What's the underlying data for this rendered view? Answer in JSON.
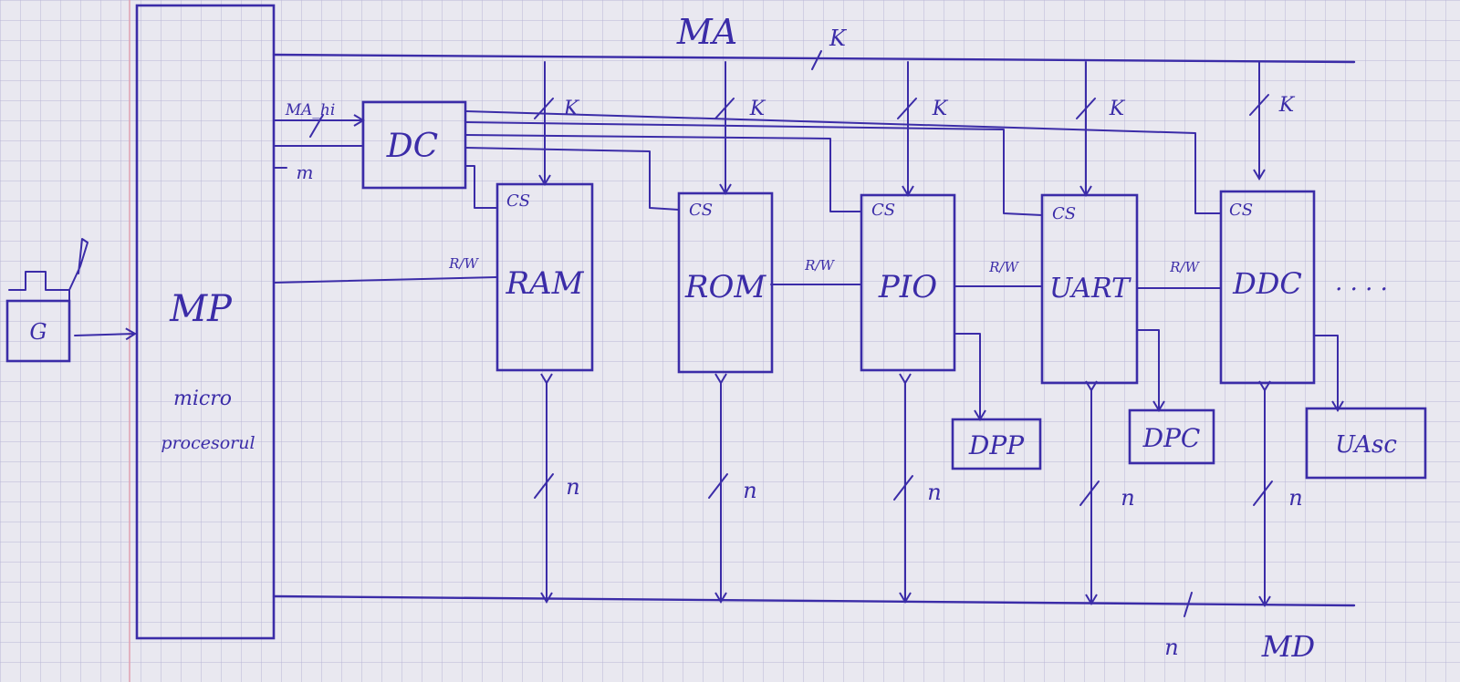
{
  "colors": {
    "paper": "#e9e8f0",
    "grid": "#b9b6d6",
    "margin_line": "#e0a0b0",
    "ink": "#3b2ca8"
  },
  "buses": {
    "address_bus": "MA",
    "data_bus": "MD",
    "address_width": "K",
    "data_width": "n",
    "decoder_bits": "m"
  },
  "processor": {
    "label": "MP",
    "caption_line1": "micro",
    "caption_line2": "procesorul"
  },
  "clock": {
    "label": "G"
  },
  "decoder": {
    "label": "DC",
    "input_label": "MA_hi"
  },
  "signals": {
    "chip_select": "CS",
    "read_write": "R/W"
  },
  "modules": [
    {
      "label": "RAM"
    },
    {
      "label": "ROM"
    },
    {
      "label": "PIO"
    },
    {
      "label": "UART"
    },
    {
      "label": "DDC"
    }
  ],
  "peripherals": [
    {
      "label": "DPP"
    },
    {
      "label": "DPC"
    },
    {
      "label": "UAsc"
    }
  ],
  "continuation": "· · · ·"
}
